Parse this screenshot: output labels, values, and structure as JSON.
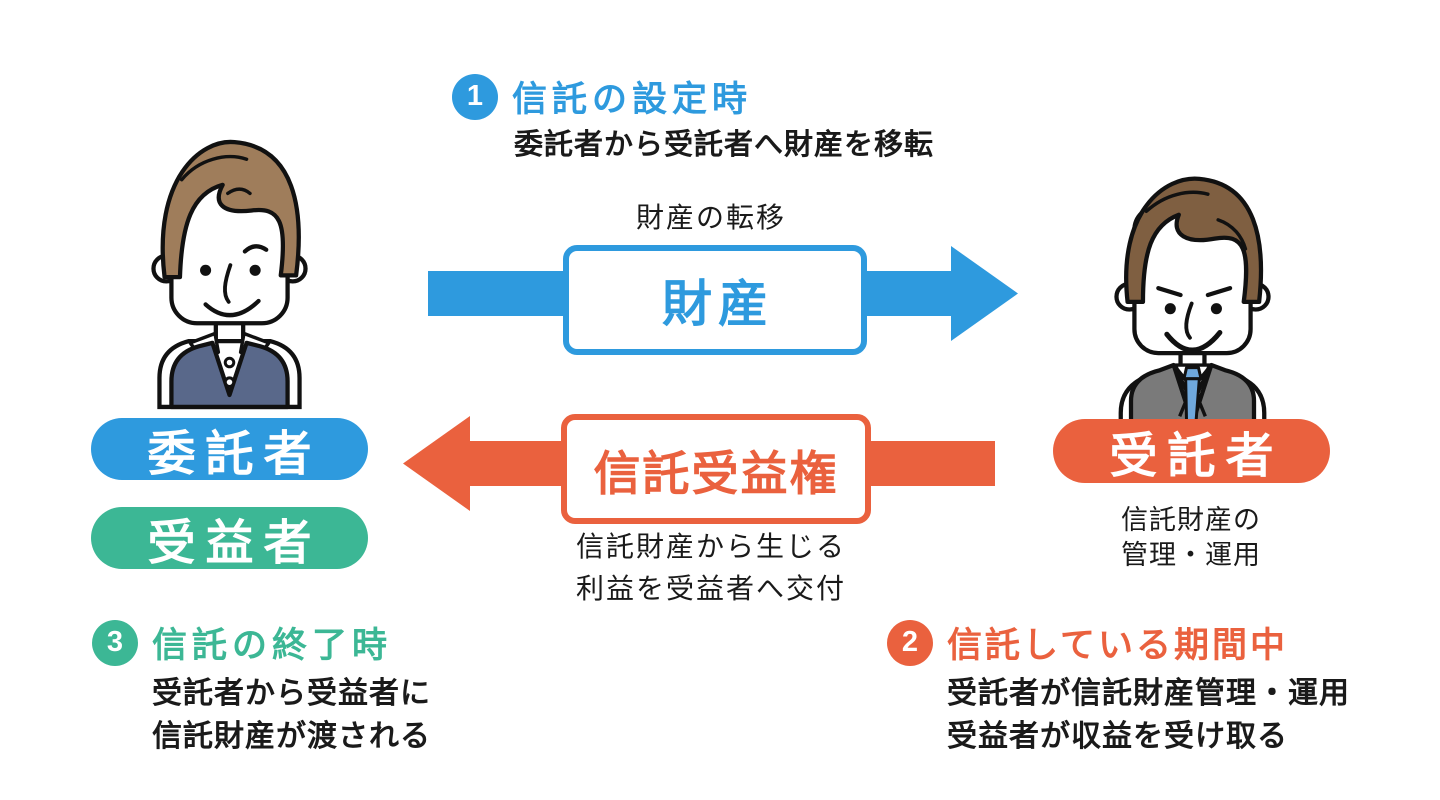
{
  "colors": {
    "blue": "#2E9ADE",
    "orange": "#EA613E",
    "green": "#3CB795",
    "text": "#1A1A1A",
    "vest": "#59688A",
    "suit": "#7A7A7A",
    "tie": "#6FA8DC",
    "hair_settlor": "#9F7D5B",
    "hair_trustee": "#7F5F41"
  },
  "step1": {
    "number": "1",
    "title": "信託の設定時",
    "subtitle": "委託者から受託者へ財産を移転"
  },
  "step2": {
    "number": "2",
    "title": "信託している期間中",
    "line1": "受託者が信託財産管理・運用",
    "line2": "受益者が収益を受け取る"
  },
  "step3": {
    "number": "3",
    "title": "信託の終了時",
    "line1": "受託者から受益者に",
    "line2": "信託財産が渡される"
  },
  "transfer": {
    "caption": "財産の転移",
    "box_label": "財産",
    "direction": "right"
  },
  "benefit": {
    "box_label": "信託受益権",
    "caption1": "信託財産から生じる",
    "caption2": "利益を受益者へ交付",
    "direction": "left"
  },
  "actors": {
    "settlor": "委託者",
    "beneficiary": "受益者",
    "trustee": "受託者",
    "trustee_note1": "信託財産の",
    "trustee_note2": "管理・運用"
  },
  "icons": {
    "settlor_person": "man-with-vest-illustration",
    "trustee_person": "man-in-suit-illustration"
  }
}
